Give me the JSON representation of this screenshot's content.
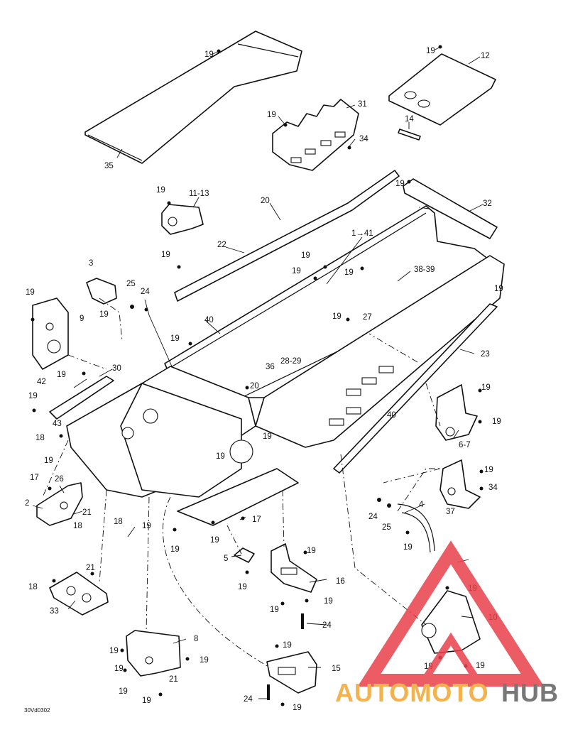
{
  "drawing_code": "30Vd0302",
  "labels": [
    {
      "id": "19-top-left",
      "text": "19"
    },
    {
      "id": "35",
      "text": "35"
    },
    {
      "id": "19-top-right",
      "text": "19"
    },
    {
      "id": "12",
      "text": "12"
    },
    {
      "id": "19-31",
      "text": "19"
    },
    {
      "id": "31",
      "text": "31"
    },
    {
      "id": "34-top",
      "text": "34"
    },
    {
      "id": "14",
      "text": "14"
    },
    {
      "id": "19-32",
      "text": "19"
    },
    {
      "id": "32",
      "text": "32"
    },
    {
      "id": "19-11",
      "text": "19"
    },
    {
      "id": "11-13",
      "text": "11-13"
    },
    {
      "id": "20-top",
      "text": "20"
    },
    {
      "id": "22",
      "text": "22"
    },
    {
      "id": "1-41",
      "text": "1→41"
    },
    {
      "id": "19-22",
      "text": "19"
    },
    {
      "id": "19-c1",
      "text": "19"
    },
    {
      "id": "19-c2",
      "text": "19"
    },
    {
      "id": "19-c3",
      "text": "19"
    },
    {
      "id": "38-39",
      "text": "38-39"
    },
    {
      "id": "3",
      "text": "3"
    },
    {
      "id": "25-top",
      "text": "25"
    },
    {
      "id": "24-top",
      "text": "24"
    },
    {
      "id": "19-3",
      "text": "19"
    },
    {
      "id": "19-9",
      "text": "19"
    },
    {
      "id": "9",
      "text": "9"
    },
    {
      "id": "19-27",
      "text": "19"
    },
    {
      "id": "27",
      "text": "27"
    },
    {
      "id": "19-right-top",
      "text": "19"
    },
    {
      "id": "40-top",
      "text": "40"
    },
    {
      "id": "19-40",
      "text": "19"
    },
    {
      "id": "28-29",
      "text": "28-29"
    },
    {
      "id": "23",
      "text": "23"
    },
    {
      "id": "30",
      "text": "30"
    },
    {
      "id": "42",
      "text": "42"
    },
    {
      "id": "19-30",
      "text": "19"
    },
    {
      "id": "19-42",
      "text": "19"
    },
    {
      "id": "36",
      "text": "36"
    },
    {
      "id": "20-mid",
      "text": "20"
    },
    {
      "id": "19-67a",
      "text": "19"
    },
    {
      "id": "19-67b",
      "text": "19"
    },
    {
      "id": "43",
      "text": "43"
    },
    {
      "id": "40-mid",
      "text": "40"
    },
    {
      "id": "18-left",
      "text": "18"
    },
    {
      "id": "19-mid1",
      "text": "19"
    },
    {
      "id": "6-7",
      "text": "6-7"
    },
    {
      "id": "19-left2",
      "text": "19"
    },
    {
      "id": "19-mid2",
      "text": "19"
    },
    {
      "id": "19-37",
      "text": "19"
    },
    {
      "id": "34-37",
      "text": "34"
    },
    {
      "id": "17-left",
      "text": "17"
    },
    {
      "id": "26",
      "text": "26"
    },
    {
      "id": "2",
      "text": "2"
    },
    {
      "id": "21-left",
      "text": "21"
    },
    {
      "id": "18-2",
      "text": "18"
    },
    {
      "id": "18-c",
      "text": "18"
    },
    {
      "id": "19-c4",
      "text": "19"
    },
    {
      "id": "17-c",
      "text": "17"
    },
    {
      "id": "37",
      "text": "37"
    },
    {
      "id": "24-4",
      "text": "24"
    },
    {
      "id": "4",
      "text": "4"
    },
    {
      "id": "25-4",
      "text": "25"
    },
    {
      "id": "19-4",
      "text": "19"
    },
    {
      "id": "19-c5",
      "text": "19"
    },
    {
      "id": "19-c6",
      "text": "19"
    },
    {
      "id": "5",
      "text": "5"
    },
    {
      "id": "19-5",
      "text": "19"
    },
    {
      "id": "19-16a",
      "text": "19"
    },
    {
      "id": "16",
      "text": "16"
    },
    {
      "id": "19-16b",
      "text": "19"
    },
    {
      "id": "19-16c",
      "text": "19"
    },
    {
      "id": "24-16",
      "text": "24"
    },
    {
      "id": "21-33",
      "text": "21"
    },
    {
      "id": "18-33",
      "text": "18"
    },
    {
      "id": "33",
      "text": "33"
    },
    {
      "id": "19-10a",
      "text": "19"
    },
    {
      "id": "10",
      "text": "10"
    },
    {
      "id": "19-10b",
      "text": "19"
    },
    {
      "id": "19-10c",
      "text": "19"
    },
    {
      "id": "8",
      "text": "8"
    },
    {
      "id": "19-8a",
      "text": "19"
    },
    {
      "id": "19-8b",
      "text": "19"
    },
    {
      "id": "19-8c",
      "text": "19"
    },
    {
      "id": "21-8",
      "text": "21"
    },
    {
      "id": "19-8d",
      "text": "19"
    },
    {
      "id": "19-8e",
      "text": "19"
    },
    {
      "id": "19-15a",
      "text": "19"
    },
    {
      "id": "15",
      "text": "15"
    },
    {
      "id": "24-15",
      "text": "24"
    },
    {
      "id": "19-15b",
      "text": "19"
    }
  ],
  "watermark": {
    "word_left": "AUTOMOTO",
    "word_right": "HUB",
    "color_light": "#f4b24f",
    "color_dark": "#777777",
    "triangle_color": "#e8404a"
  }
}
